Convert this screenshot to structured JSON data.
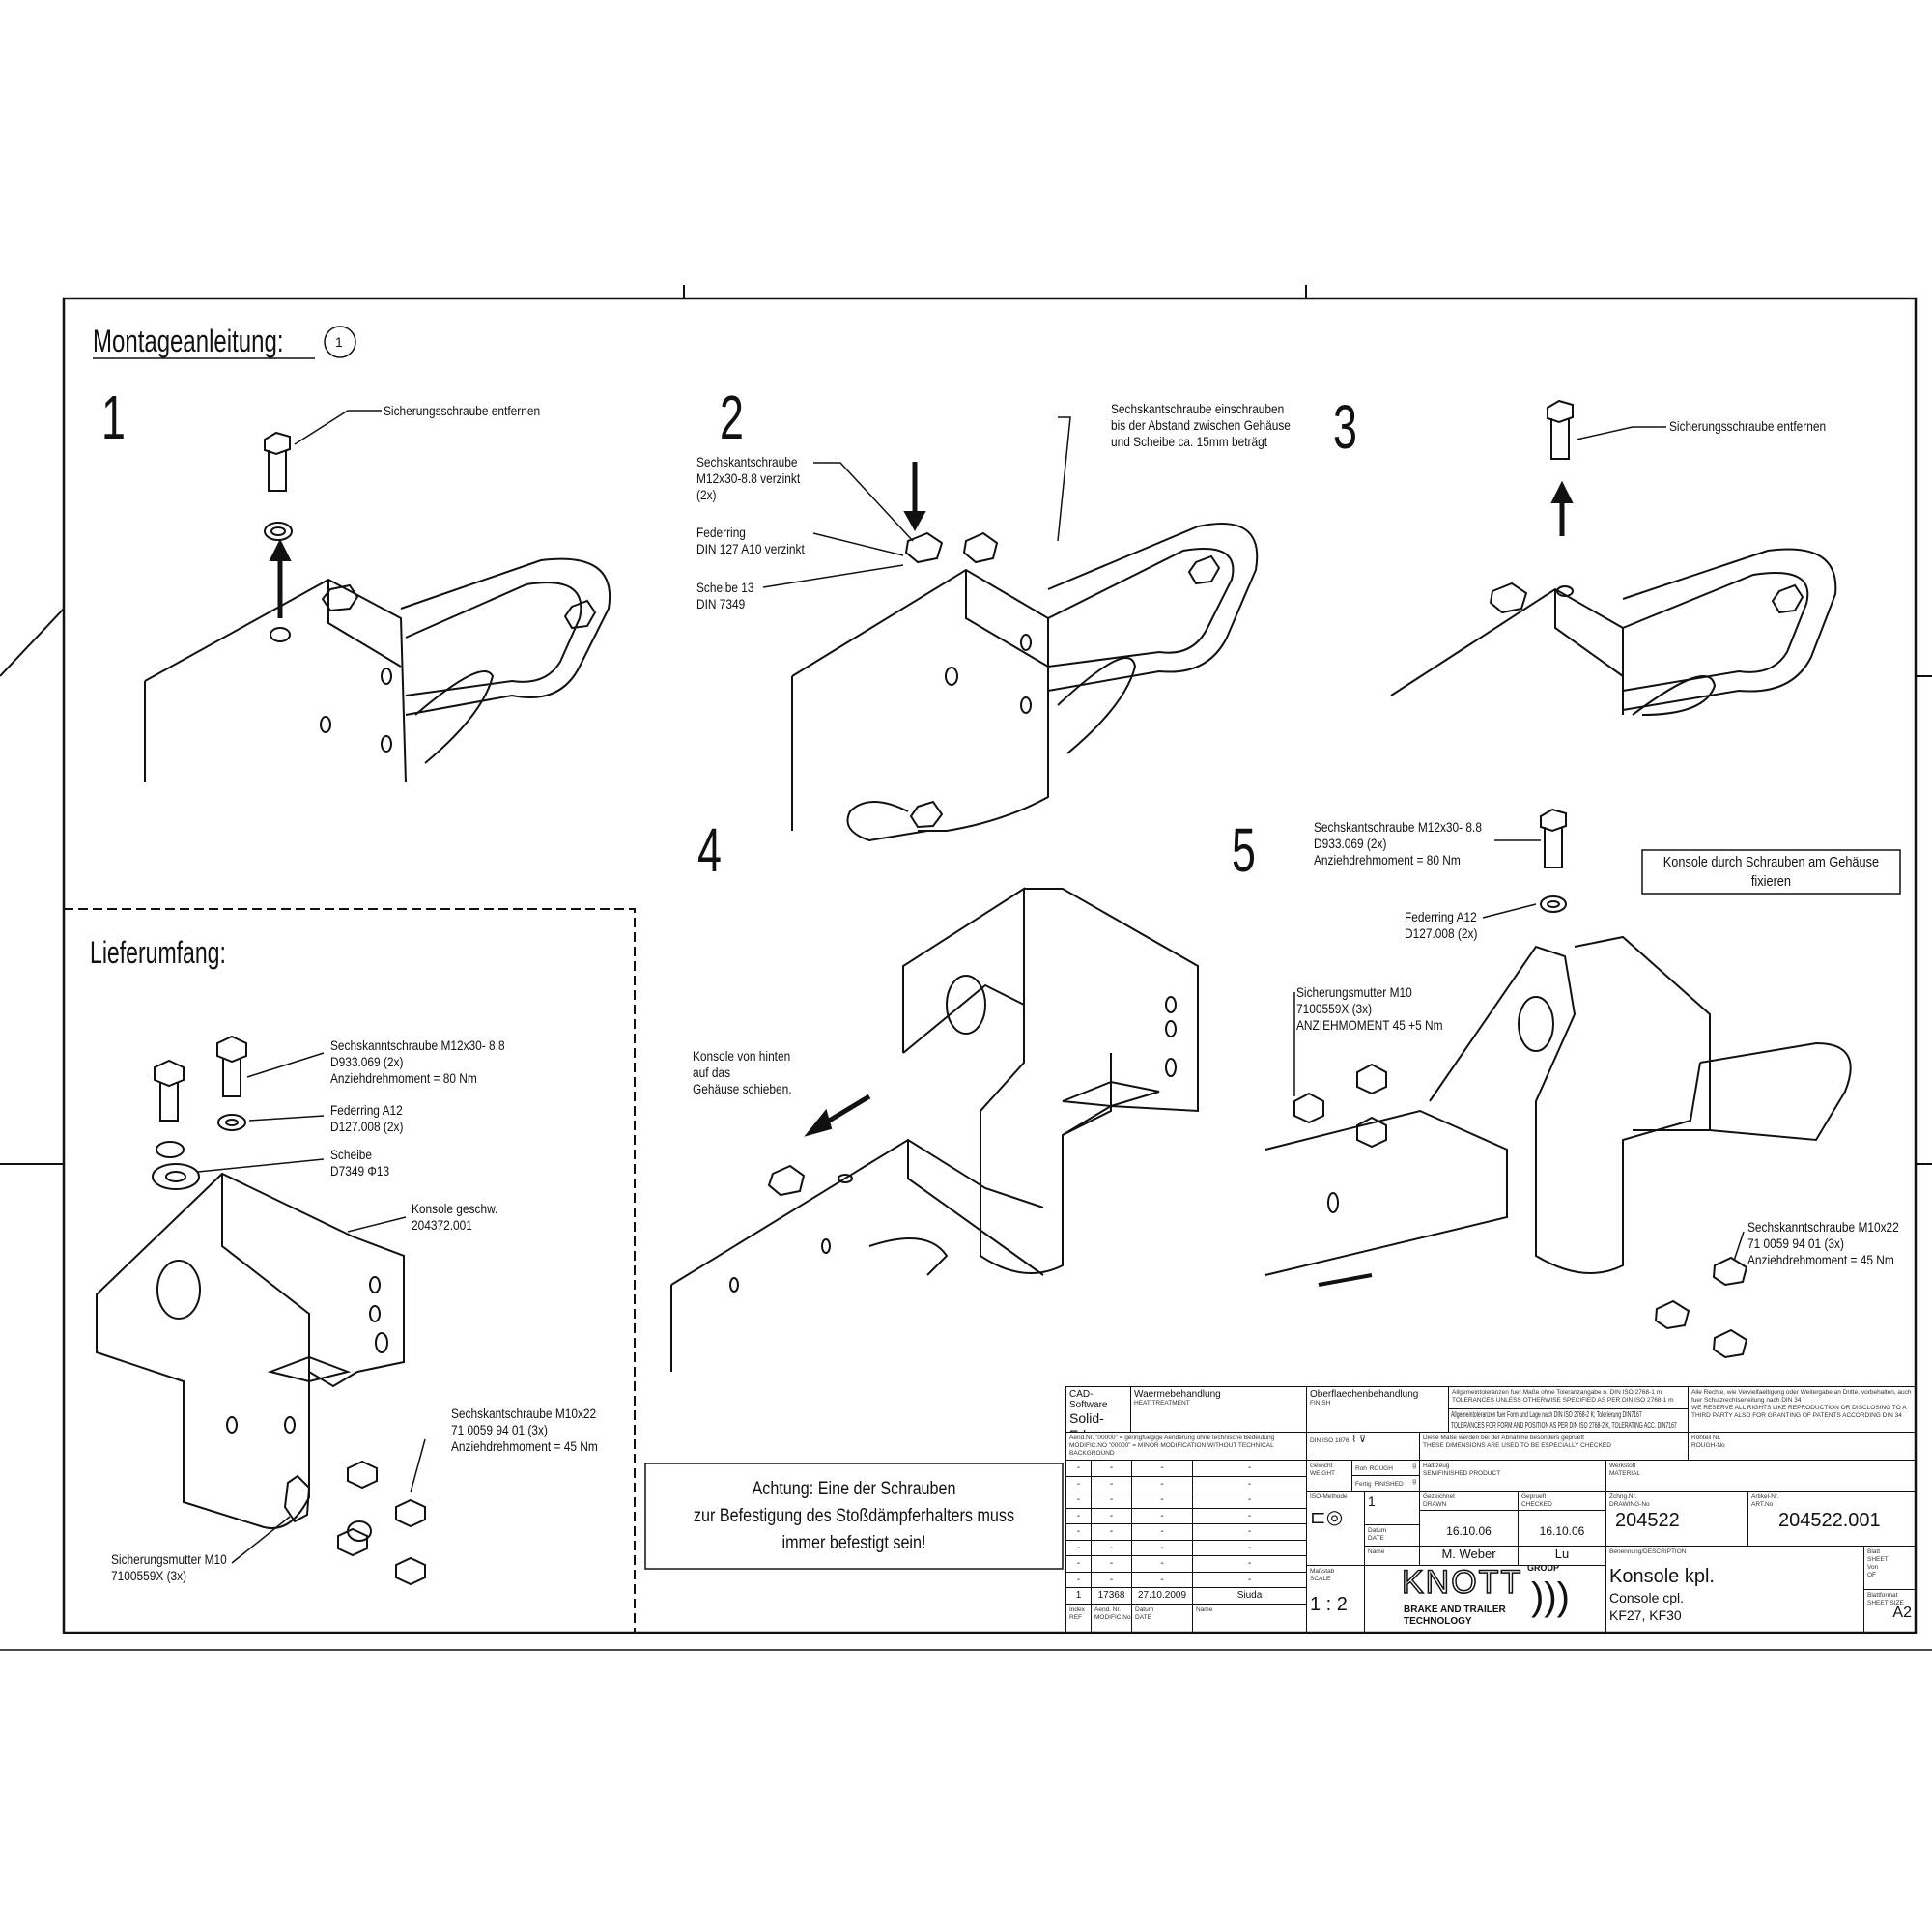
{
  "heading": {
    "title": "Montageanleitung:",
    "sheet_circle": "1"
  },
  "steps": {
    "s1": {
      "number": "1",
      "note": "Sicherungsschraube entfernen"
    },
    "s2": {
      "number": "2",
      "bolt": [
        "Sechskantschraube",
        "M12x30-8.8 verzinkt",
        "(2x)"
      ],
      "ring": [
        "Federring",
        "DIN 127 A10 verzinkt"
      ],
      "washer": [
        "Scheibe 13",
        "DIN 7349"
      ],
      "instruction": [
        "Sechskantschraube einschrauben",
        " bis der Abstand zwischen Gehäuse",
        "und Scheibe ca. 15mm beträgt"
      ]
    },
    "s3": {
      "number": "3",
      "note": "Sicherungsschraube entfernen"
    },
    "s4": {
      "number": "4",
      "instruction": [
        "Konsole von hinten",
        "auf das",
        "Gehäuse schieben."
      ]
    },
    "s5": {
      "number": "5",
      "bolt": [
        "Sechskantschraube M12x30- 8.8",
        "D933.069 (2x)",
        "Anziehdrehmoment = 80 Nm"
      ],
      "ring": [
        "Federring A12",
        "D127.008 (2x)"
      ],
      "nut": [
        "Sicherungsmutter M10",
        "7100559X (3x)",
        "ANZIEHMOMENT 45 +5 Nm"
      ],
      "bolt2": [
        "Sechskanntschraube M10x22",
        "71 0059 94 01 (3x)",
        "Anziehdrehmoment = 45 Nm"
      ],
      "box": [
        "Konsole durch Schrauben am Gehäuse",
        "fixieren"
      ]
    }
  },
  "scope": {
    "title": "Lieferumfang:",
    "bolt": [
      "Sechskanntschraube M12x30- 8.8",
      "D933.069 (2x)",
      "Anziehdrehmoment = 80 Nm"
    ],
    "ring": [
      "Federring A12",
      "D127.008 (2x)"
    ],
    "washer": [
      "Scheibe",
      "D7349 Φ13"
    ],
    "console": [
      "Konsole geschw.",
      "204372.001"
    ],
    "bolt2": [
      "Sechskantschraube M10x22",
      "71 0059 94 01 (3x)",
      "Anziehdrehmoment = 45 Nm"
    ],
    "nut": [
      "Sicherungsmutter M10",
      "7100559X (3x)"
    ]
  },
  "warning": [
    "Achtung: Eine der Schrauben",
    "zur Befestigung des Stoßdämpferhalters muss",
    "immer befestigt sein!"
  ],
  "title_block": {
    "cad_label": "CAD-Software",
    "cad_value": "Solid-Edge",
    "heat_label": "Waermebehandlung",
    "heat_en": "HEAT TREATMENT",
    "finish_label": "Oberflaechenbehandlung",
    "finish_en": "FINISH",
    "tol1": "Allgemeintoleranzen fuer Maße ohne Toleranzangabe n. DIN ISO 2768-1 m",
    "tol1_en": "TOLERANCES UNLESS OTHERWISE SPECIFIED AS PER DIN ISO 2768-1 m",
    "tol2": "Allgemeintoleranzen fuer Form und Lage nach DIN ISO 2768-2 K; Tolerierung DIN7167",
    "tol2_en": "TOLERANCES FOR FORM AND POSITION AS PER DIN ISO 2768-2 K, TOLERATING ACC. DIN7167",
    "rights": "Alle Rechte, wie Vervielfaeltigung oder Weitergabe an Dritte, vorbehalten, auch fuer Schutzrechtserteilung nach DIN 34",
    "rights_en": "WE RESERVE ALL RIGHTS LIKE REPRODUCTION OR DISCLOSING TO A THIRD PARTY ALSO FOR GRANTING OF PATENTS ACCORDING DIN 34",
    "aend_note": "Aend.Nr. \"00000\" = geringfuegige Aenderung ohne technische Bedeutung",
    "aend_note_en": "MODIFIC.NO \"00000\" = MINOR MODIFICATION WITHOUT TECHNICAL BACKGROUND",
    "din_symbol": "DIN ISO 1876",
    "checked_note": "Diese Maße werden bei der Abnahme besonders geprueft",
    "checked_note_en": "THESE DIMENSIONS ARE USED TO BE ESPECIALLY CHECKED",
    "rohteil_label": "Rohteil Nr.",
    "rohteil_en": "ROUGH-No",
    "weight_label": "Gewicht",
    "weight_en": "WEIGHT",
    "rough_label": "Roh",
    "rough_en": "ROUGH",
    "finished_label": "Fertig",
    "finished_en": "FINISHED",
    "unit": "g",
    "semi_label": "Halbzeug",
    "semi_en": "SEMIFINISHED PRODUCT",
    "material_label": "Werkstoff",
    "material_en": "MATERIAL",
    "iso_label": "ISO-Methode",
    "iso_value": "1",
    "drawn_label": "Gezeichnet",
    "drawn_en": "DRAWN",
    "checked_label": "Geprueft",
    "checked_en": "CHECKED",
    "date_label": "Datum",
    "date_en": "DATE",
    "drawn_date": "16.10.06",
    "checked_date": "16.10.06",
    "name_label": "Name",
    "drawn_name": "M. Weber",
    "checked_name": "Lu",
    "drawing_no_label": "Zchng.Nr.",
    "drawing_no_en": "DRAWING-No",
    "drawing_no": "204522",
    "article_label": "Artikel-Nr.",
    "article_en": "ART.No",
    "article_no": "204522.001",
    "desc_label": "Benennung/DESCRIPTION",
    "desc_de": "Konsole kpl.",
    "desc_en": "Console cpl.",
    "desc_models": "KF27, KF30",
    "scale_label": "Maßstab",
    "scale_en": "SCALE",
    "scale": "1 : 2",
    "sheet_label": "Blatt",
    "sheet_en": "SHEET",
    "of_label": "Von",
    "of_en": "OF",
    "format_label": "Blattformat",
    "format_en": "SHEET SIZE",
    "format": "A2",
    "logo": "KNOTT",
    "logo_sub1": "BRAKE AND TRAILER",
    "logo_sub2": "TECHNOLOGY",
    "logo_group": "GROUP",
    "changes": [
      [
        "-",
        "-",
        "-",
        "-"
      ],
      [
        "-",
        "-",
        "-",
        "-"
      ],
      [
        "-",
        "-",
        "-",
        "-"
      ],
      [
        "-",
        "-",
        "-",
        "-"
      ],
      [
        "-",
        "-",
        "-",
        "-"
      ],
      [
        "-",
        "-",
        "-",
        "-"
      ],
      [
        "-",
        "-",
        "-",
        "-"
      ],
      [
        "-",
        "-",
        "-",
        "-"
      ],
      [
        "1",
        "17368",
        "27.10.2009",
        "Siuda"
      ]
    ],
    "changes_header": {
      "index": "Index",
      "index_en": "REF",
      "aend": "Aend. Nr.",
      "aend_en": "MODIFIC.No",
      "date": "Datum",
      "date_en": "DATE",
      "name": "Name"
    }
  }
}
